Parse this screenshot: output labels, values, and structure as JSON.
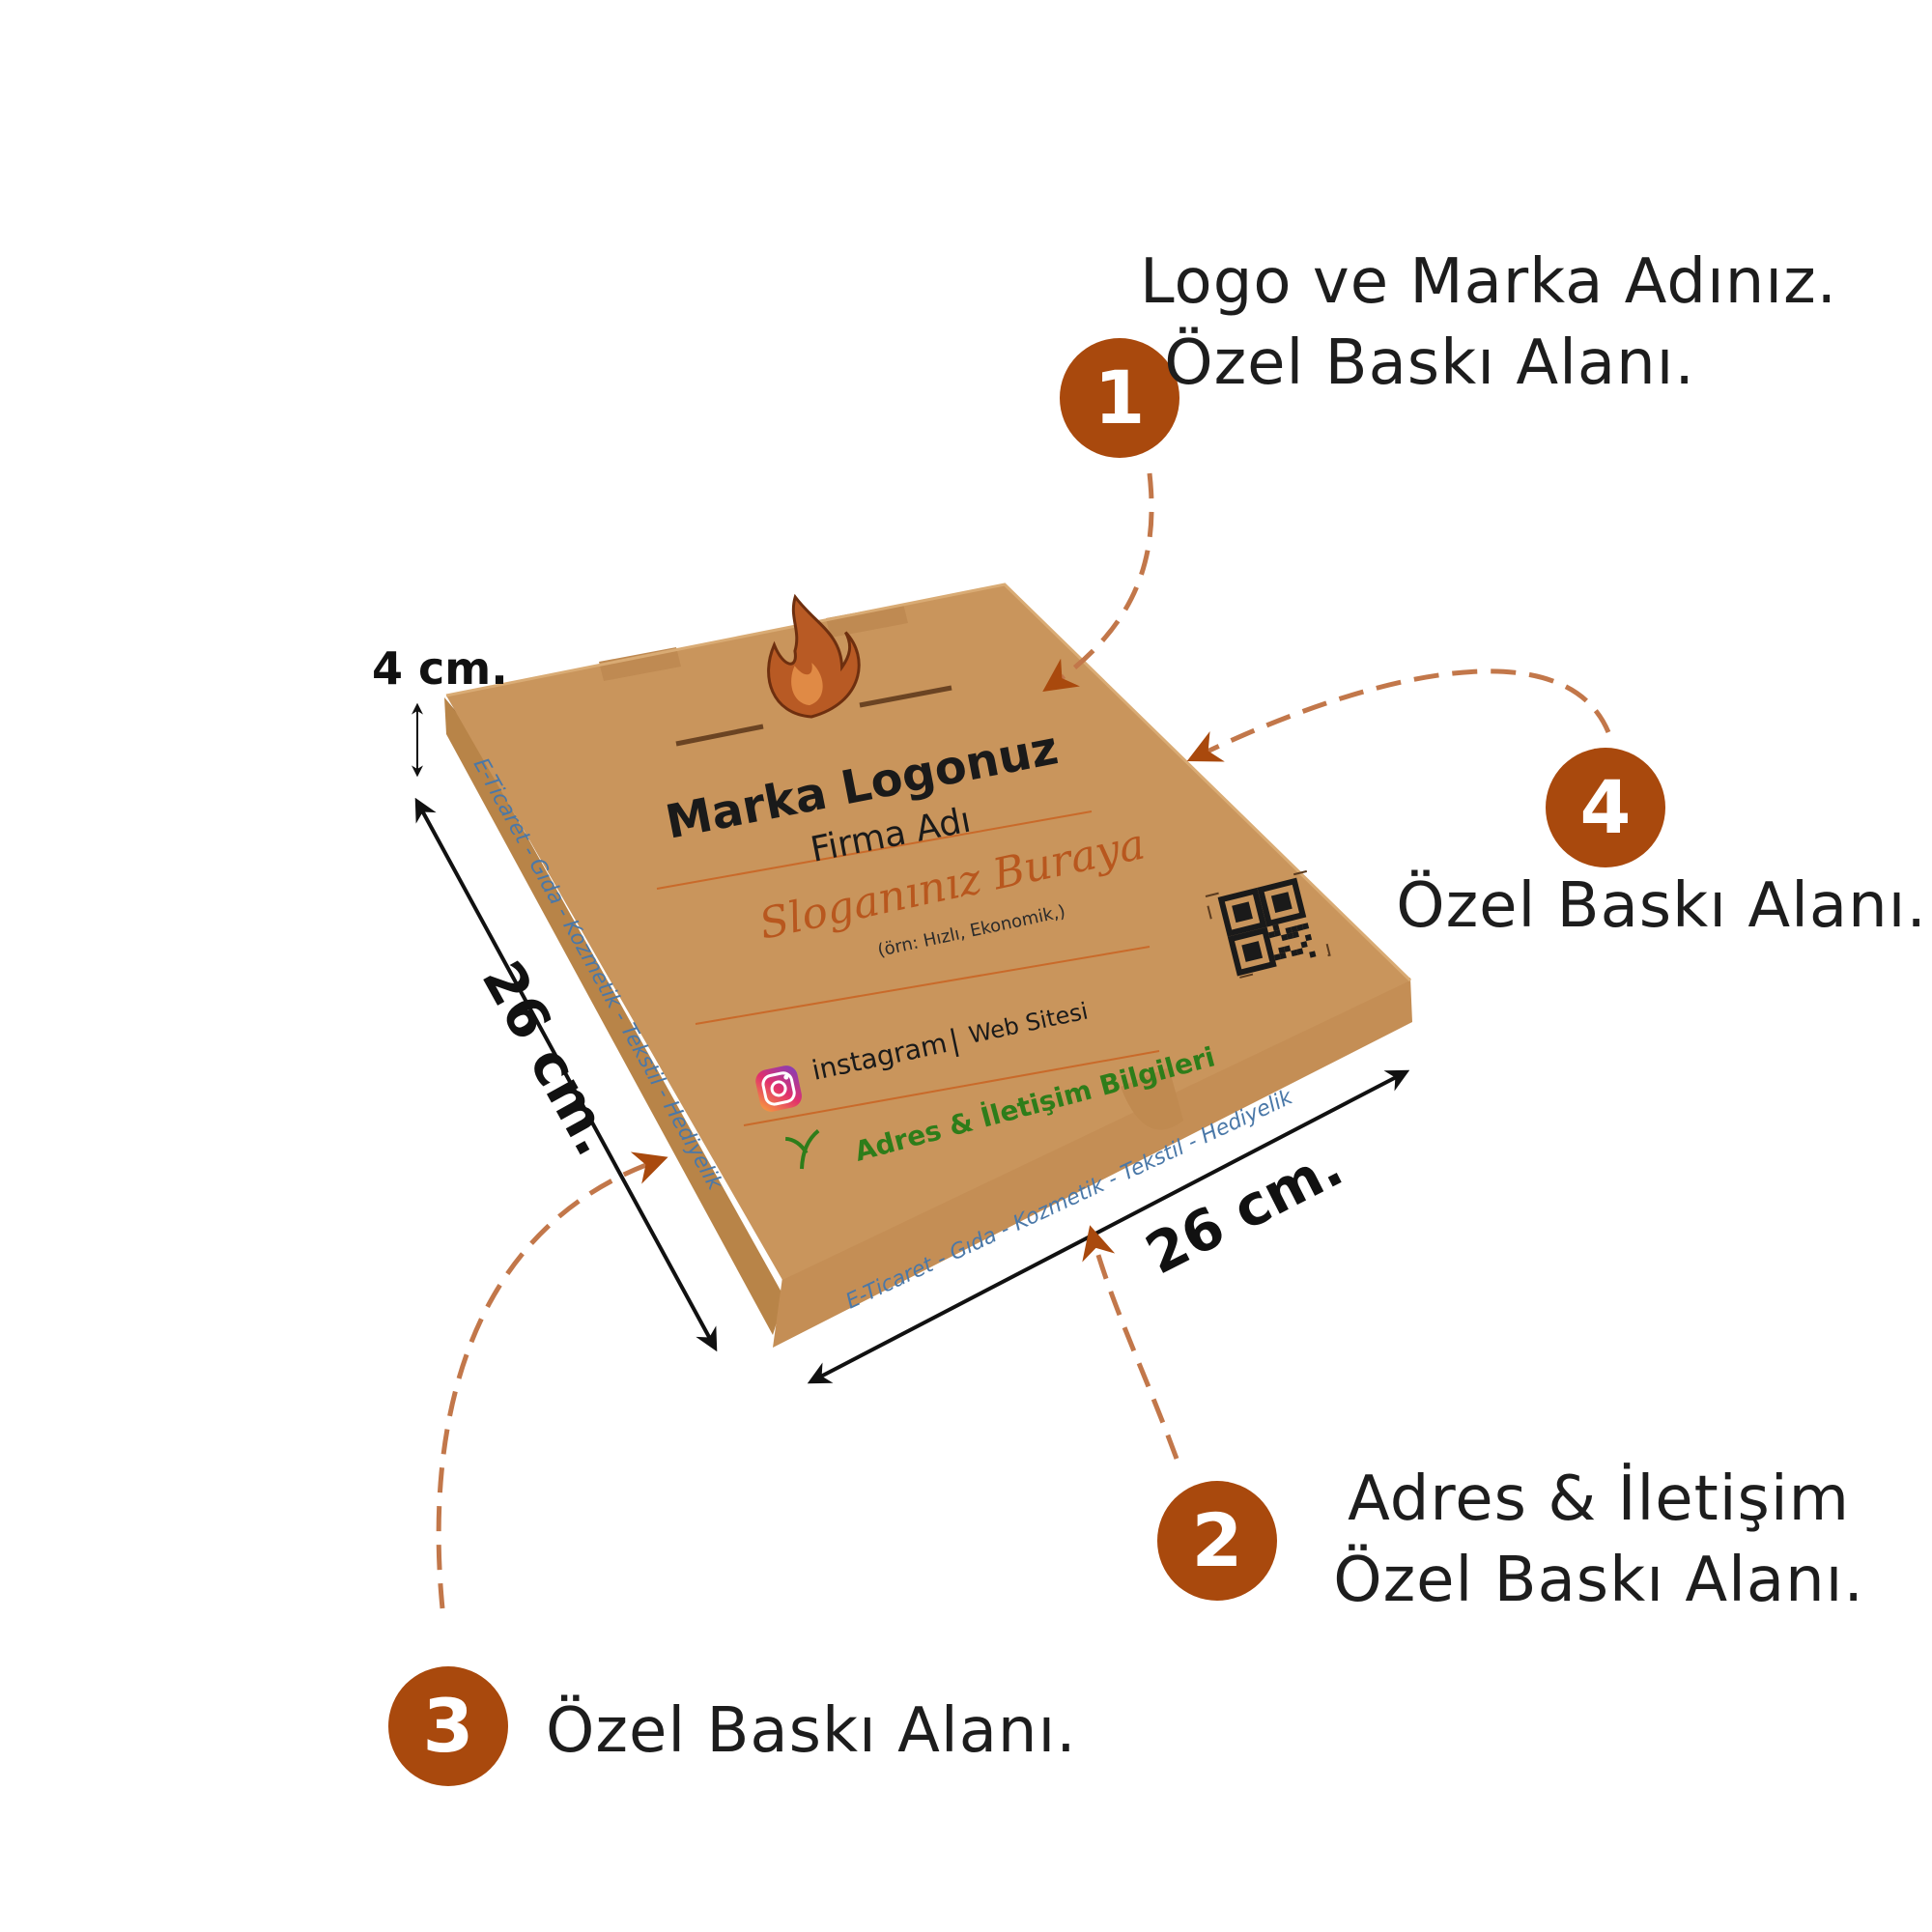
{
  "callouts": [
    {
      "number": "1",
      "lines": [
        "Logo ve Marka Adınız.",
        "Özel Baskı Alanı."
      ]
    },
    {
      "number": "2",
      "lines": [
        "Adres & İletişim",
        "Özel Baskı Alanı."
      ]
    },
    {
      "number": "3",
      "lines": [
        "Özel Baskı Alanı."
      ]
    },
    {
      "number": "4",
      "lines": [
        "Özel Baskı Alanı."
      ]
    }
  ],
  "dimensions": {
    "height": "4 cm.",
    "depth": "26 cm.",
    "width": "26 cm."
  },
  "box_print": {
    "brand": "Marka Logonuz",
    "company": "Firma Adı",
    "slogan": "Sloganınız Buraya",
    "slogan_note": "(örn: Hızlı, Ekonomik,)",
    "instagram": "instagram",
    "separator": "|",
    "website": "Web Sitesi",
    "address": "Adres & İletişim Bilgileri",
    "side_text": "E-Ticaret - Gıda - Kozmetik - Tekstil - Hediyelik",
    "front_text": "E-Ticaret - Gıda - Kozmetik - Tekstil - Hediyelik"
  },
  "colors": {
    "accent": "#a9490d",
    "dashed": "#c2774a",
    "kraft_top": "#c9955c",
    "kraft_side": "#b98449",
    "kraft_front": "#c48e55",
    "ink": "#1a1a1a",
    "side_ink": "#4a78a8",
    "address_green": "#2e7d1a"
  },
  "icons": [
    "flame-logo-icon",
    "instagram-icon",
    "qr-code-icon",
    "leaf-icon"
  ]
}
